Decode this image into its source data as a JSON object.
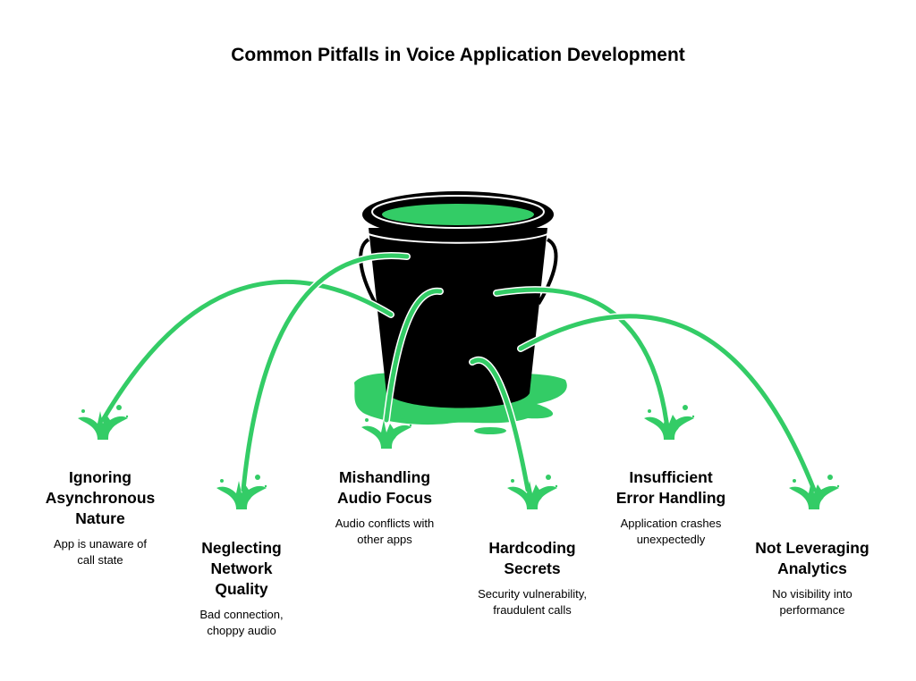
{
  "title": "Common Pitfalls in Voice Application Development",
  "colors": {
    "accent": "#33CC66",
    "bucket": "#000000"
  },
  "pitfalls": [
    {
      "title": [
        "Ignoring",
        "Asynchronous",
        "Nature"
      ],
      "description": [
        "App is unaware of",
        "call state"
      ]
    },
    {
      "title": [
        "Neglecting",
        "Network",
        "Quality"
      ],
      "description": [
        "Bad connection,",
        "choppy audio"
      ]
    },
    {
      "title": [
        "Mishandling",
        "Audio Focus"
      ],
      "description": [
        "Audio conflicts with",
        "other apps"
      ]
    },
    {
      "title": [
        "Hardcoding",
        "Secrets"
      ],
      "description": [
        "Security vulnerability,",
        "fraudulent calls"
      ]
    },
    {
      "title": [
        "Insufficient",
        "Error Handling"
      ],
      "description": [
        "Application crashes",
        "unexpectedly"
      ]
    },
    {
      "title": [
        "Not Leveraging",
        "Analytics"
      ],
      "description": [
        "No visibility into",
        "performance"
      ]
    }
  ]
}
